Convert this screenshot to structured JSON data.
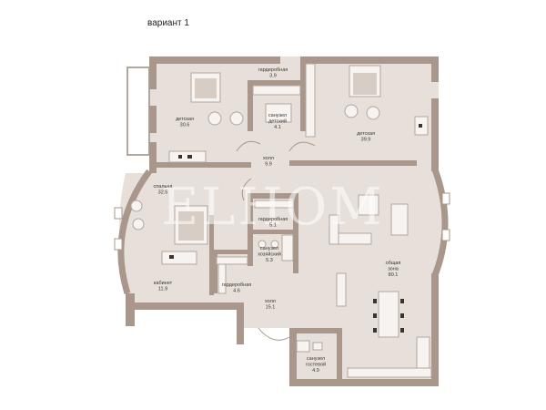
{
  "title": "вариант 1",
  "watermark": "ELHOM",
  "colors": {
    "wall": "#a8978a",
    "floor": "#e7e0da",
    "furniture": "#f6f3f0",
    "accent": "#d7cdc4"
  },
  "rooms": [
    {
      "name": "гардеробная",
      "area": "3.9"
    },
    {
      "name": "детская",
      "area": "30.6"
    },
    {
      "name": "санузел детский",
      "area": "4.1"
    },
    {
      "name": "детская",
      "area": "39.9"
    },
    {
      "name": "холл",
      "area": "9.9"
    },
    {
      "name": "спальня",
      "area": "32.5"
    },
    {
      "name": "гардеробная",
      "area": "5.1"
    },
    {
      "name": "санузел хозяйский",
      "area": "5.3"
    },
    {
      "name": "кабинет",
      "area": "11.9"
    },
    {
      "name": "гардеробная",
      "area": "4.6"
    },
    {
      "name": "холл",
      "area": "15.1"
    },
    {
      "name": "общая зона",
      "area": "80.1"
    },
    {
      "name": "санузел гостевой",
      "area": "4.9"
    }
  ]
}
